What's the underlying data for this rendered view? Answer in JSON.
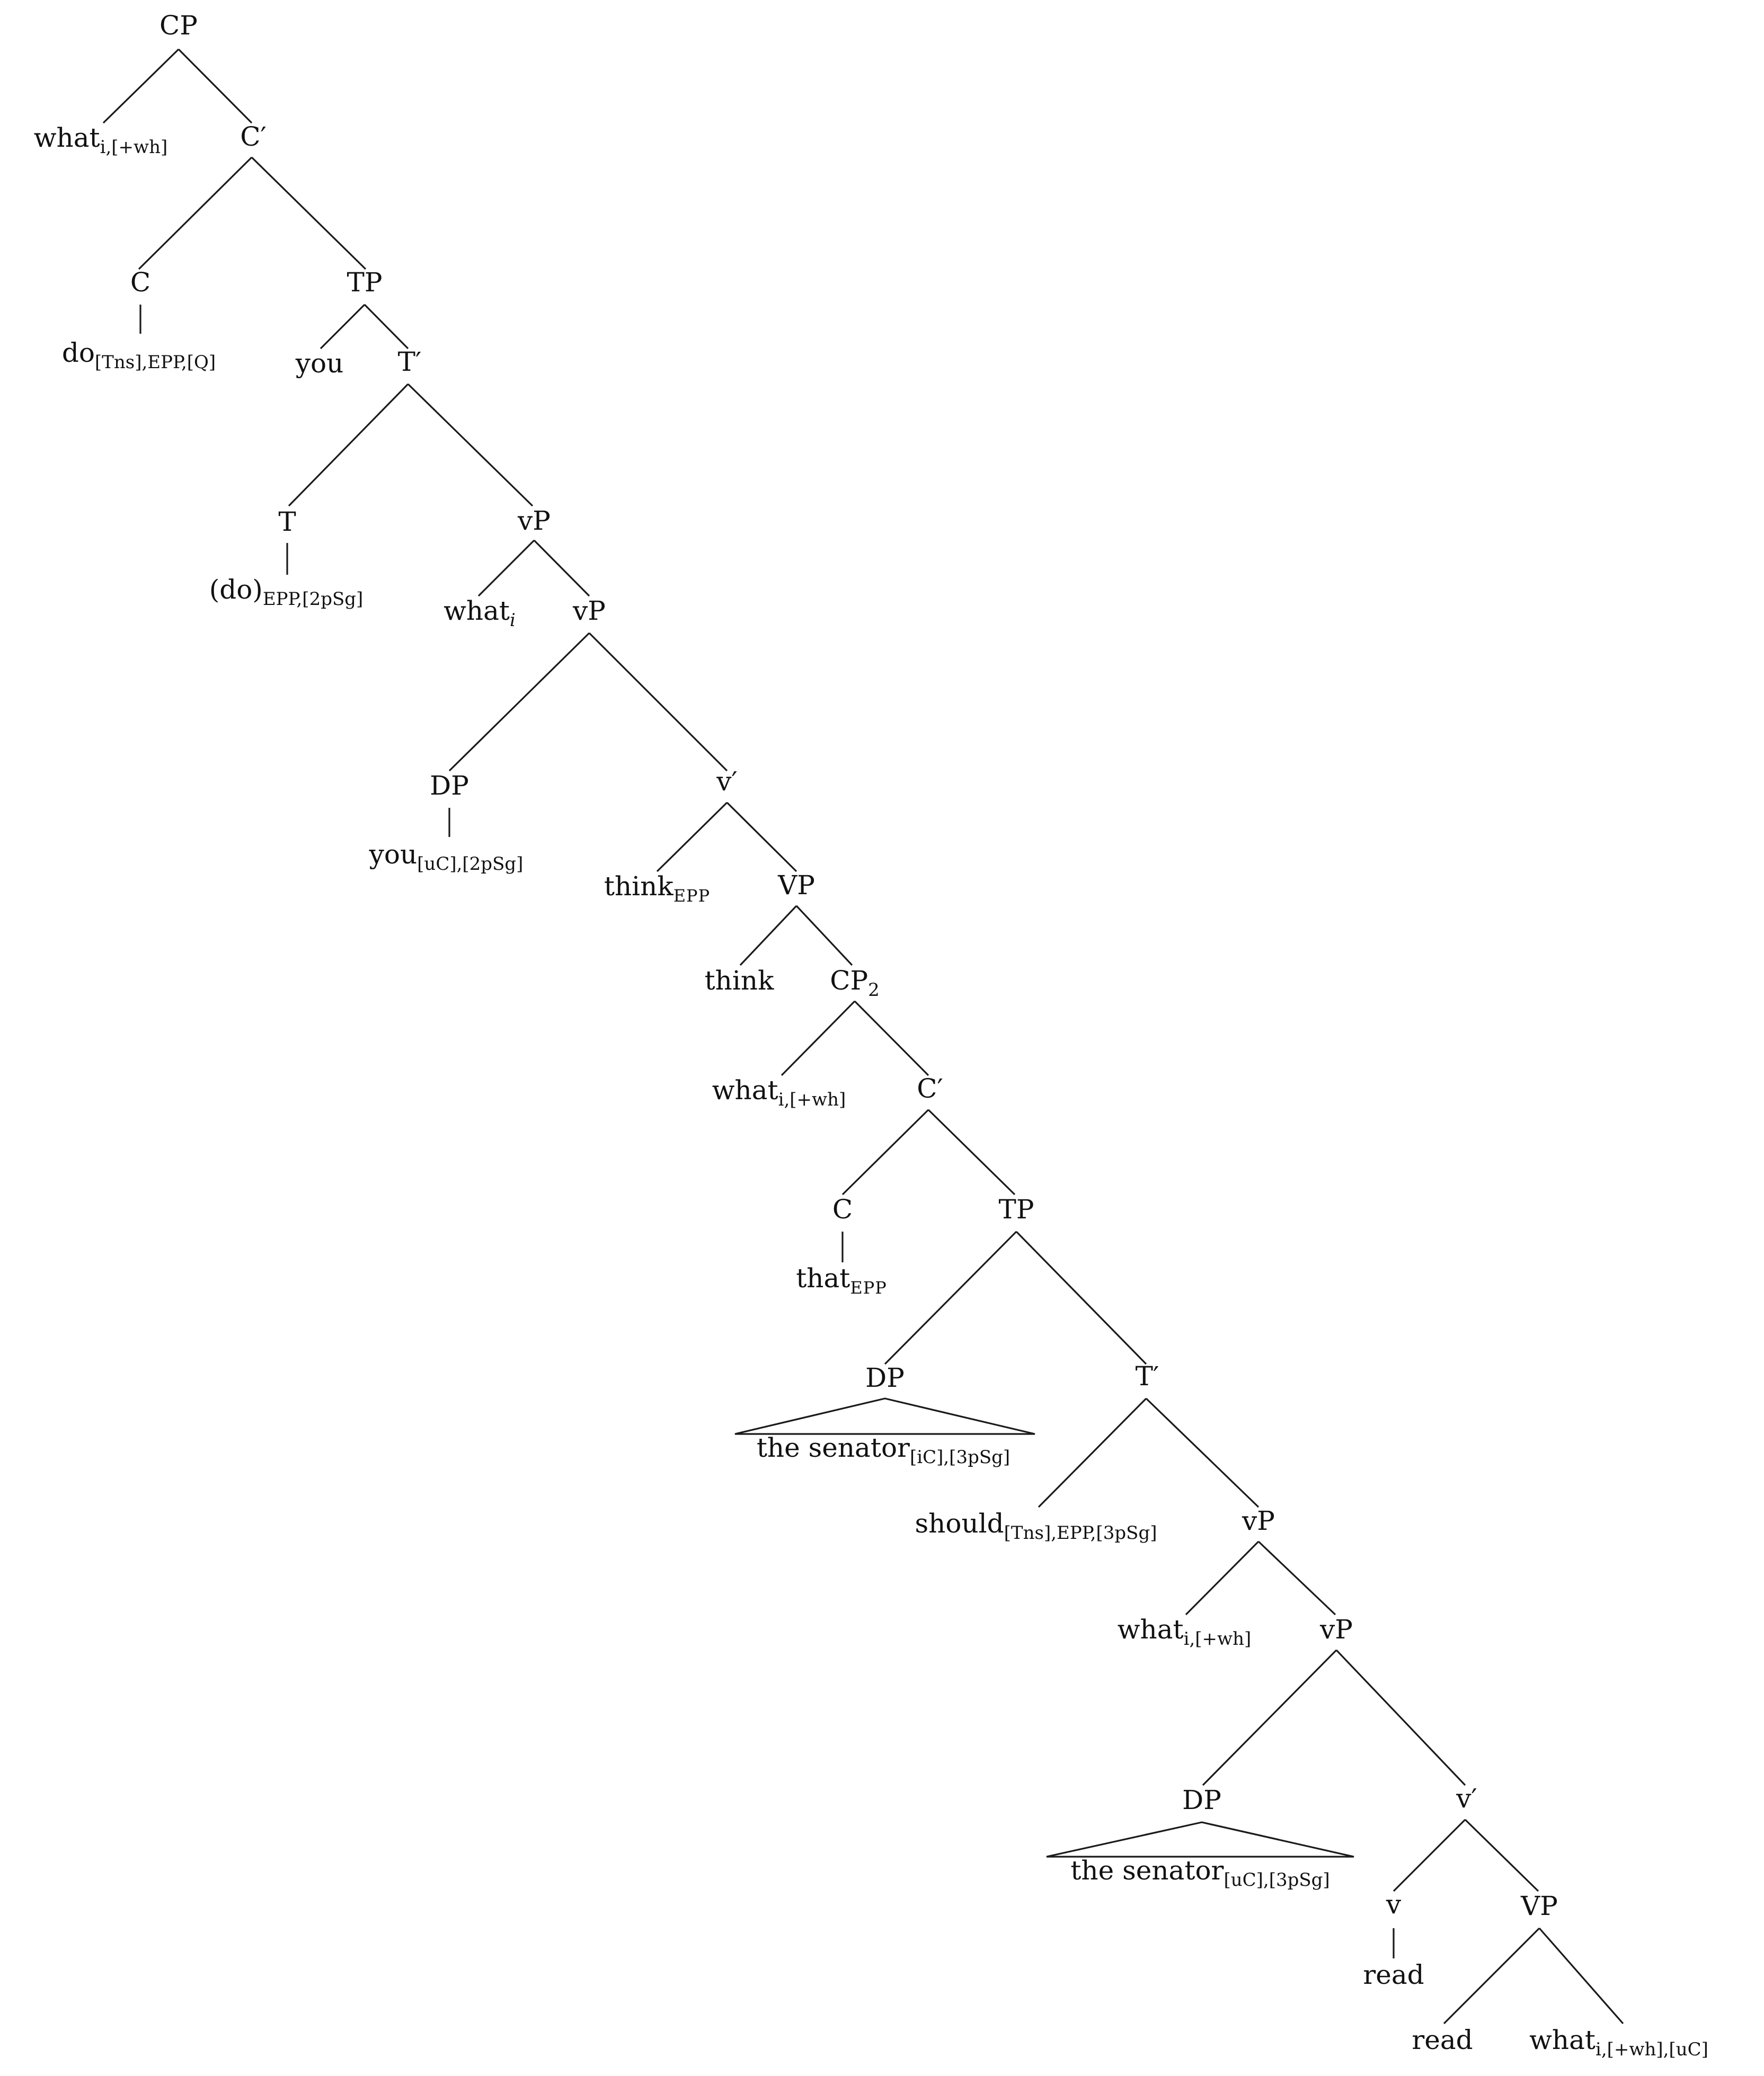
{
  "nodes": {
    "cp_root": {
      "label": "CP"
    },
    "what_spec": {
      "label": "what",
      "sub": "i,[+wh]"
    },
    "cbar1": {
      "label": "C′"
    },
    "c1": {
      "label": "C"
    },
    "do": {
      "label": "do",
      "sub": "[Tns],EPP,[Q]"
    },
    "tp1": {
      "label": "TP"
    },
    "you_spec": {
      "label": "you"
    },
    "tbar1": {
      "label": "T′"
    },
    "t1": {
      "label": "T"
    },
    "do_paren": {
      "label": "(do)",
      "sub": "EPP,[2pSg]"
    },
    "vp1": {
      "label": "vP"
    },
    "what_vp1": {
      "label": "what",
      "sub": "i"
    },
    "vp1b": {
      "label": "vP"
    },
    "dp1": {
      "label": "DP"
    },
    "you_uc": {
      "label": "you",
      "sub": "[uC],[2pSg]"
    },
    "vbar1": {
      "label": "v′"
    },
    "think_epp": {
      "label": "think",
      "sub": "EPP"
    },
    "vp_big1": {
      "label": "VP"
    },
    "think": {
      "label": "think"
    },
    "cp2": {
      "label": "CP",
      "sub": "2"
    },
    "what_cp2": {
      "label": "what",
      "sub": "i,[+wh]"
    },
    "cbar2": {
      "label": "C′"
    },
    "c2": {
      "label": "C"
    },
    "that": {
      "label": "that",
      "sub": "EPP"
    },
    "tp2": {
      "label": "TP"
    },
    "dp2": {
      "label": "DP"
    },
    "senator_ic": {
      "label": "the senator",
      "sub": "[iC],[3pSg]"
    },
    "tbar2": {
      "label": "T′"
    },
    "should": {
      "label": "should",
      "sub": "[Tns],EPP,[3pSg]"
    },
    "vp2": {
      "label": "vP"
    },
    "what_vp2": {
      "label": "what",
      "sub": "i,[+wh]"
    },
    "vp2b": {
      "label": "vP"
    },
    "dp3": {
      "label": "DP"
    },
    "senator_uc": {
      "label": "the senator",
      "sub": "[uC],[3pSg]"
    },
    "vbar2": {
      "label": "v′"
    },
    "v": {
      "label": "v"
    },
    "read_v": {
      "label": "read"
    },
    "vp_big2": {
      "label": "VP"
    },
    "read": {
      "label": "read"
    },
    "what_final": {
      "label": "what",
      "sub": "i,[+wh],[uC]"
    }
  }
}
